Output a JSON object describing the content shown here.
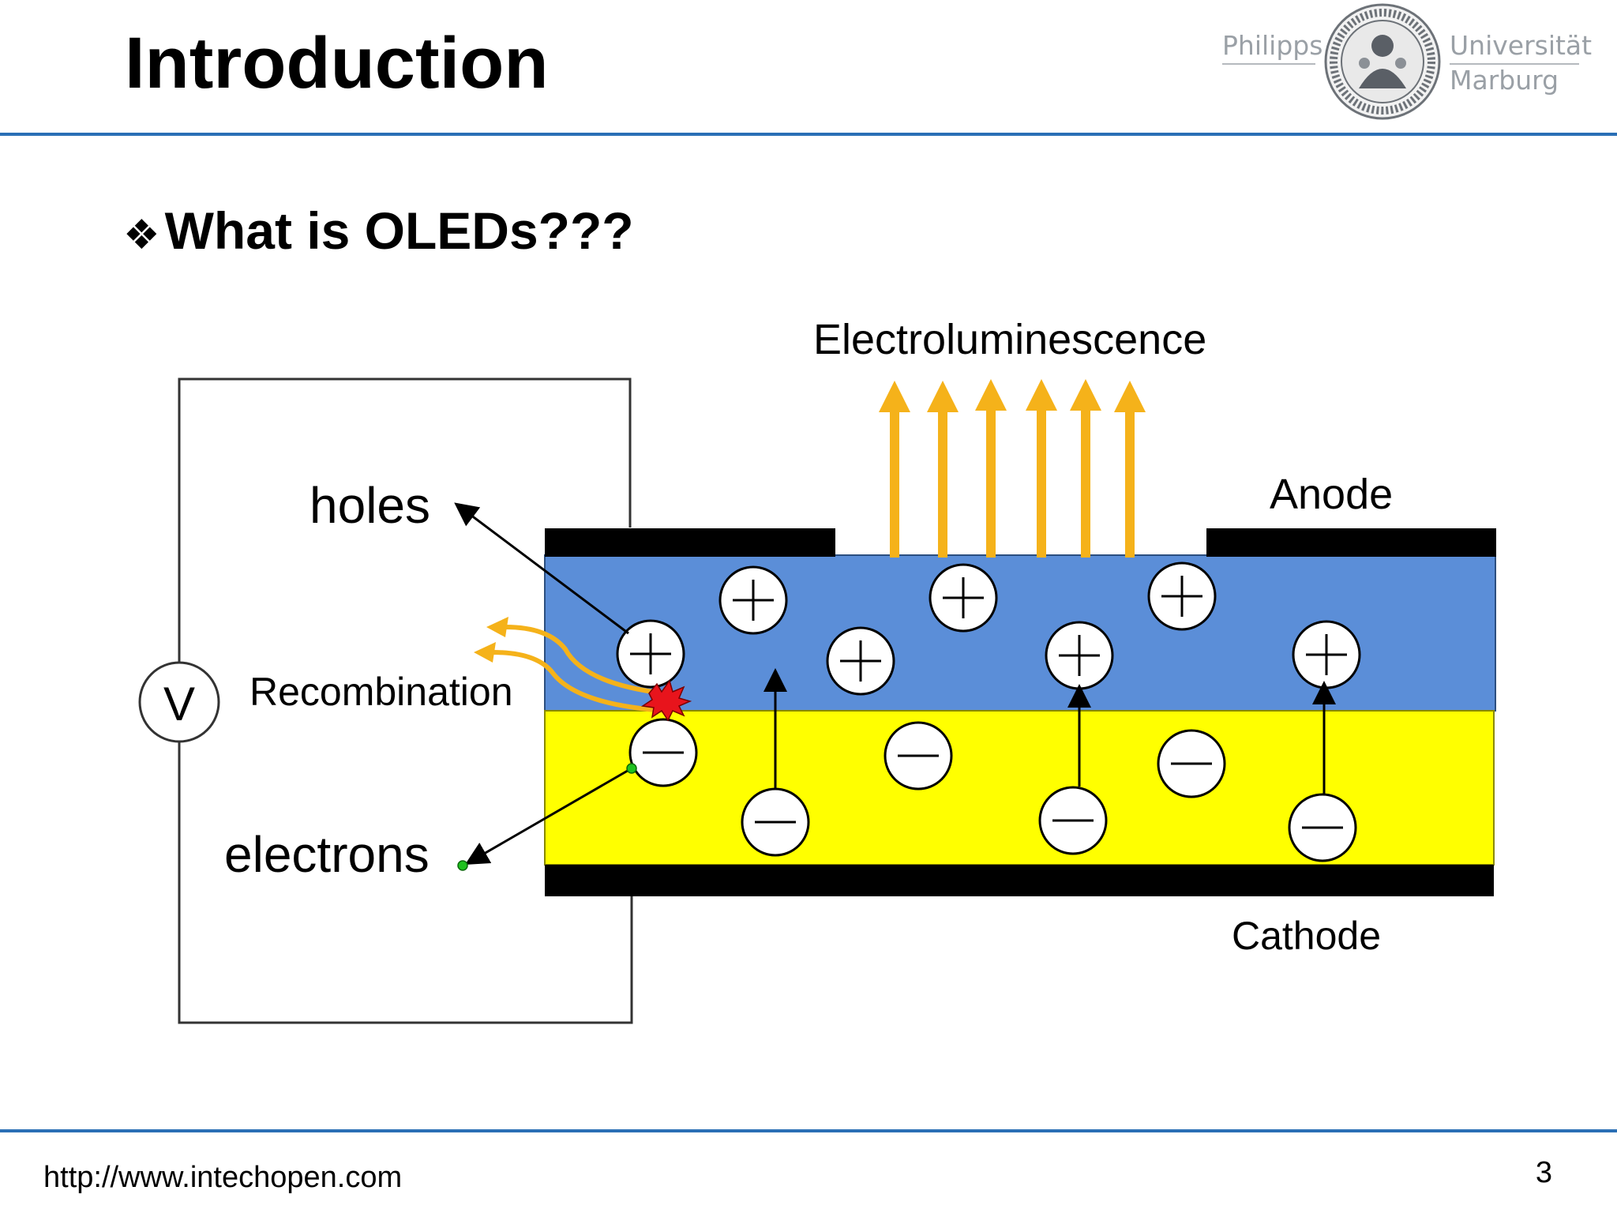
{
  "header": {
    "title": "Introduction",
    "logo": {
      "left_word": "Philipps",
      "right_top": "Universität",
      "right_bottom": "Marburg"
    }
  },
  "content": {
    "bullet_glyph": "❖",
    "bullet_text": "What is OLEDs???"
  },
  "diagram": {
    "labels": {
      "electroluminescence": "Electroluminescence",
      "anode": "Anode",
      "cathode": "Cathode",
      "holes": "holes",
      "recombination": "Recombination",
      "electrons": "electrons",
      "voltmeter": "V"
    },
    "colors": {
      "hole_layer": "#5b8ed8",
      "electron_layer": "#ffff00",
      "electrodes": "#000000",
      "light_arrows": "#f5b21a",
      "recombination_spark": "#e8141c"
    }
  },
  "footer": {
    "url": "http://www.intechopen.com",
    "page_number": "3"
  }
}
